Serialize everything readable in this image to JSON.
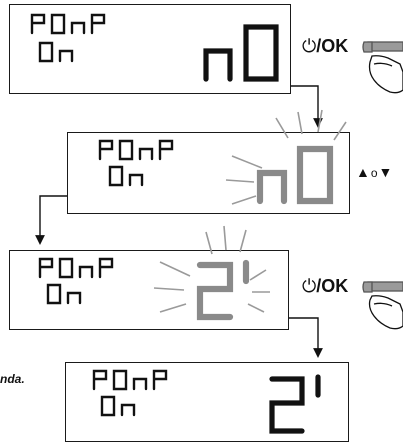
{
  "panels": [
    {
      "line1": "POnP",
      "line2": "On",
      "value": "nO",
      "value_state": "steady"
    },
    {
      "line1": "POnP",
      "line2": "On",
      "value": "nO",
      "value_state": "blinking"
    },
    {
      "line1": "POnP",
      "line2": "On",
      "value": "2'",
      "value_state": "blinking"
    },
    {
      "line1": "POnP",
      "line2": "On",
      "value": "2'",
      "value_state": "steady"
    }
  ],
  "controls": {
    "ok_label": "/OK",
    "updown_separator": "o",
    "power_symbol": "power-icon",
    "up_symbol": "up-triangle-icon",
    "down_symbol": "down-triangle-icon"
  },
  "caption": "nda.",
  "colors": {
    "segment_on": "#111111",
    "segment_blink": "#8a8a8a",
    "rays": "#9a9a9a"
  }
}
